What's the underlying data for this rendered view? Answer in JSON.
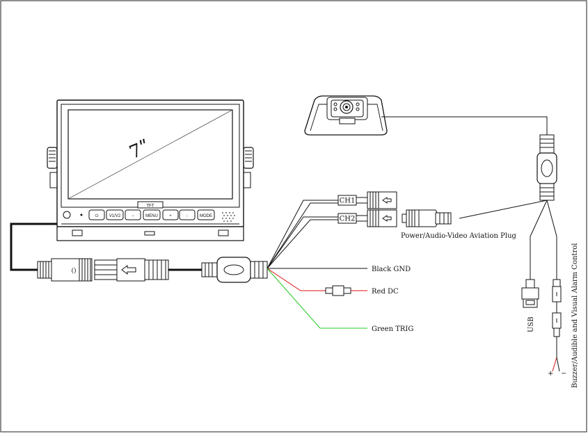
{
  "monitor": {
    "size_label": "7ʺ",
    "brand_label": "TFT",
    "buttons": [
      "⏻",
      "V1/V2",
      "−",
      "MENU",
      "+",
      "◌",
      "MODE"
    ]
  },
  "connectors": {
    "ch1": "CH1",
    "ch2": "CH2"
  },
  "wires": {
    "black_gnd": "Black GND",
    "red_dc": "Red DC",
    "green_trig": "Green TRIG",
    "colors": {
      "black": "#111111",
      "red": "#dd1111",
      "green": "#22cc22"
    }
  },
  "camera": {
    "plug_label": "Power/Audio-Video Aviation Plug",
    "usb_label": "USB",
    "alarm_label": "Buzzer/Audible and Visual Alarm Control",
    "plus_sign": "+",
    "minus_sign": "−"
  }
}
